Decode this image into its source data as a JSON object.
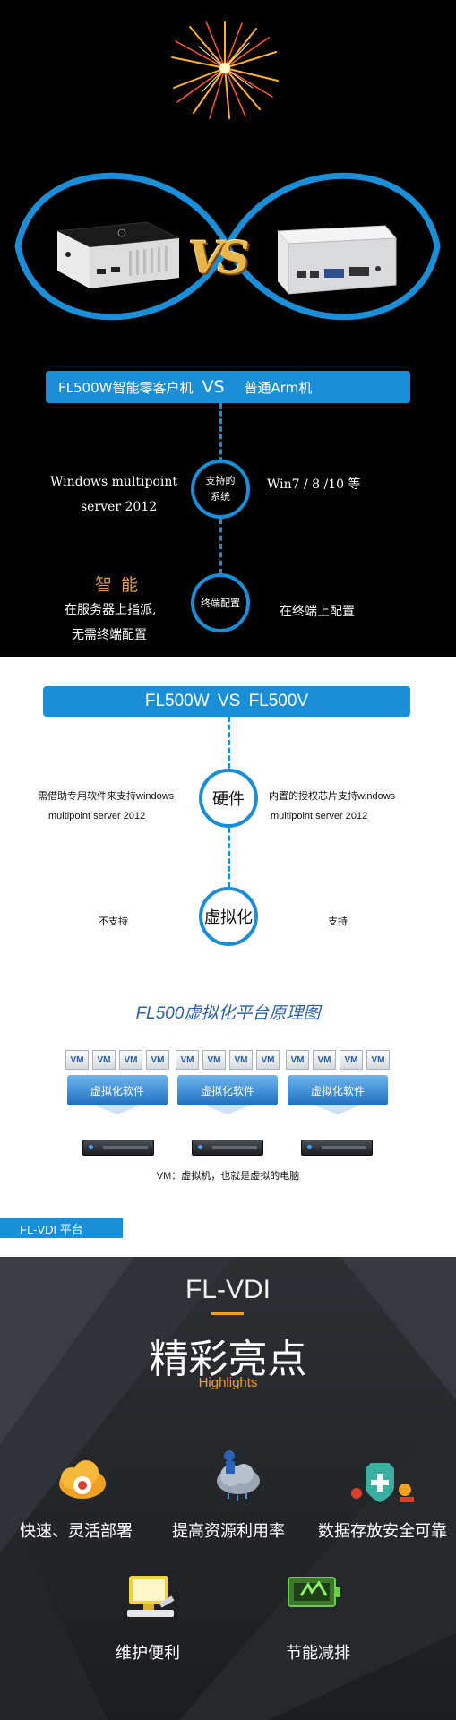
{
  "comparison_top": {
    "bar_left": "FL500W智能零客户机",
    "bar_vs": "VS",
    "bar_right": "普通Arm机",
    "row1": {
      "left_line1": "Windows multipoint",
      "left_line2": "server 2012",
      "circle_line1": "支持的",
      "circle_line2": "系统",
      "right": "Win7 / 8 /10 等"
    },
    "row2": {
      "left_title": "智 能",
      "left_line1": "在服务器上指派,",
      "left_line2": "无需终端配置",
      "circle": "终端配置",
      "right": "在终端上配置"
    }
  },
  "comparison_bottom": {
    "bar": "FL500W    VS    FL500V",
    "row1": {
      "left_line1": "需借助专用软件来支持windows",
      "left_line2": "multipoint server 2012",
      "circle": "硬件",
      "right_line1": "内置的授权芯片支持windows",
      "right_line2": "multipoint server 2012"
    },
    "row2": {
      "left": "不支持",
      "circle": "虚拟化",
      "right": "支持"
    }
  },
  "diagram": {
    "title": "FL500虚拟化平台原理图",
    "vm_label": "VM",
    "software_label": "虚拟化软件",
    "note": "VM：虚拟机，也就是虚拟的电脑"
  },
  "section_tag": "FL-VDI 平台",
  "highlights": {
    "title_en": "FL-VDI",
    "title_cn": "精彩亮点",
    "subtitle": "Highlights",
    "items": [
      {
        "label": "快速、灵活部署",
        "icon": "cloud-gear-icon"
      },
      {
        "label": "提高资源利用率",
        "icon": "cloud-worker-icon"
      },
      {
        "label": "数据存放安全可靠",
        "icon": "shield-lab-icon"
      },
      {
        "label": "维护便利",
        "icon": "computer-tools-icon"
      },
      {
        "label": "节能减排",
        "icon": "eco-battery-icon"
      }
    ]
  },
  "colors": {
    "accent_blue": "#1a8fd8",
    "highlight_orange": "#f0a020",
    "dark_bg": "#000000"
  }
}
